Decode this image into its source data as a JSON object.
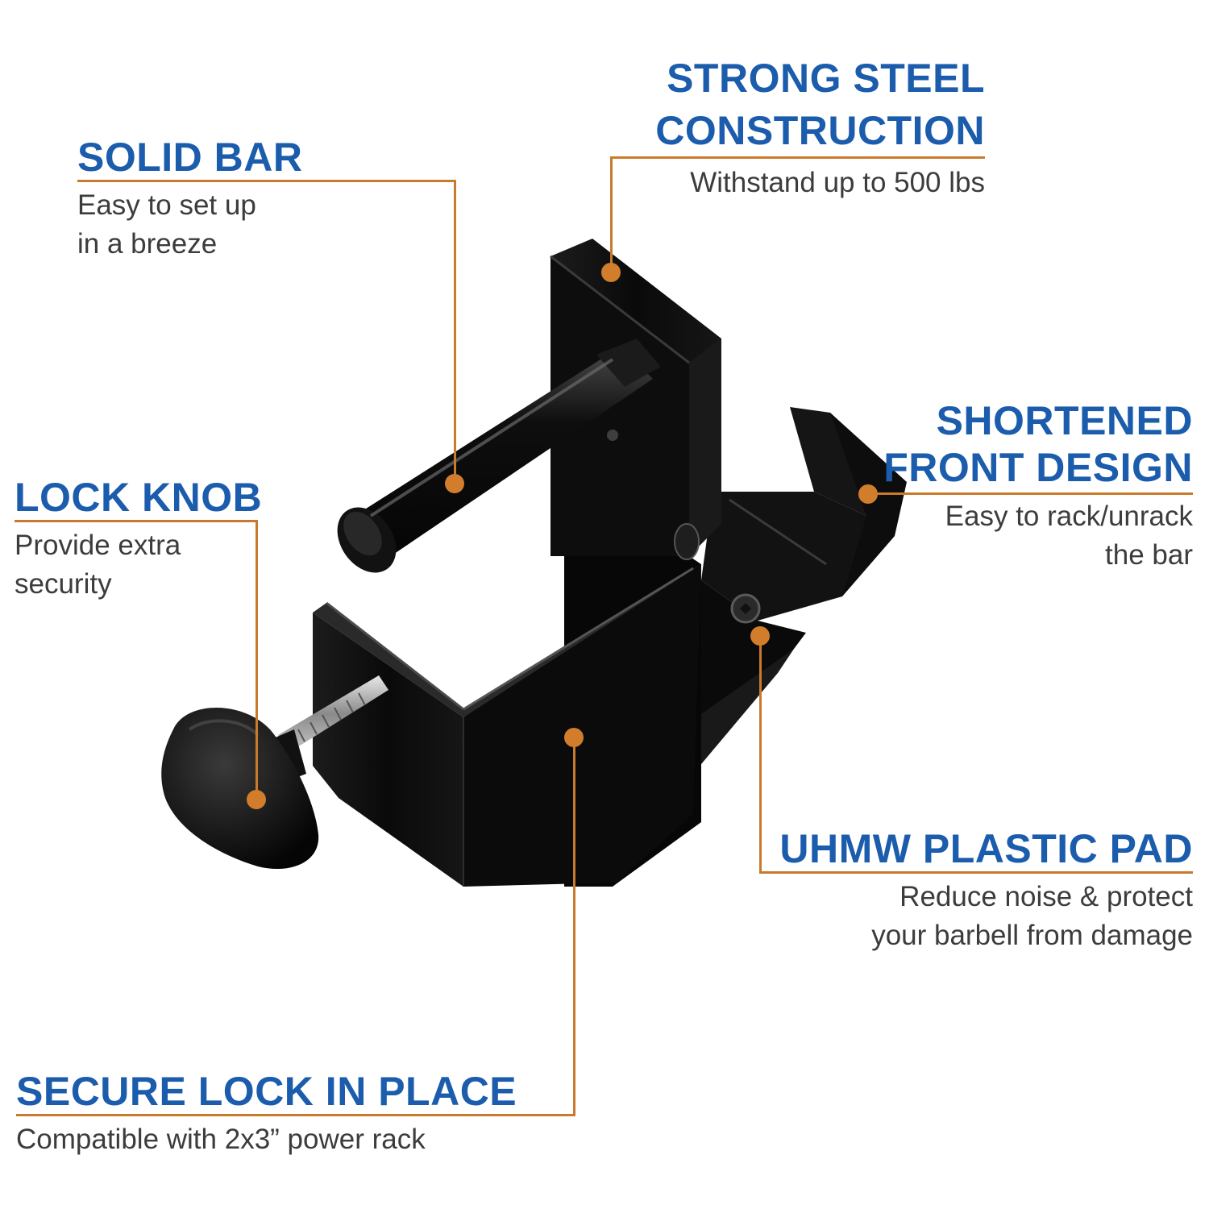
{
  "callouts": {
    "solid_bar": {
      "title": "SOLID BAR",
      "desc_lines": [
        "Easy to set up",
        "in a breeze"
      ]
    },
    "steel": {
      "title_lines": [
        "STRONG STEEL",
        "CONSTRUCTION"
      ],
      "desc": "Withstand up to 500 lbs"
    },
    "shortened_front": {
      "title_lines": [
        "SHORTENED",
        "FRONT DESIGN"
      ],
      "desc_lines": [
        "Easy to rack/unrack",
        "the bar"
      ]
    },
    "lock_knob": {
      "title": "LOCK KNOB",
      "desc_lines": [
        "Provide extra",
        "security"
      ]
    },
    "plastic_pad": {
      "title": "UHMW PLASTIC PAD",
      "desc_lines": [
        "Reduce noise & protect",
        "your barbell from damage"
      ]
    },
    "secure_lock": {
      "title": "SECURE LOCK IN PLACE",
      "desc": "Compatible with 2x3” power rack"
    }
  },
  "colors": {
    "title_blue": "#1b5cad",
    "leader_orange": "#c97a2c",
    "body_text": "#3c3c3c",
    "product_black": "#0c0c0c"
  }
}
